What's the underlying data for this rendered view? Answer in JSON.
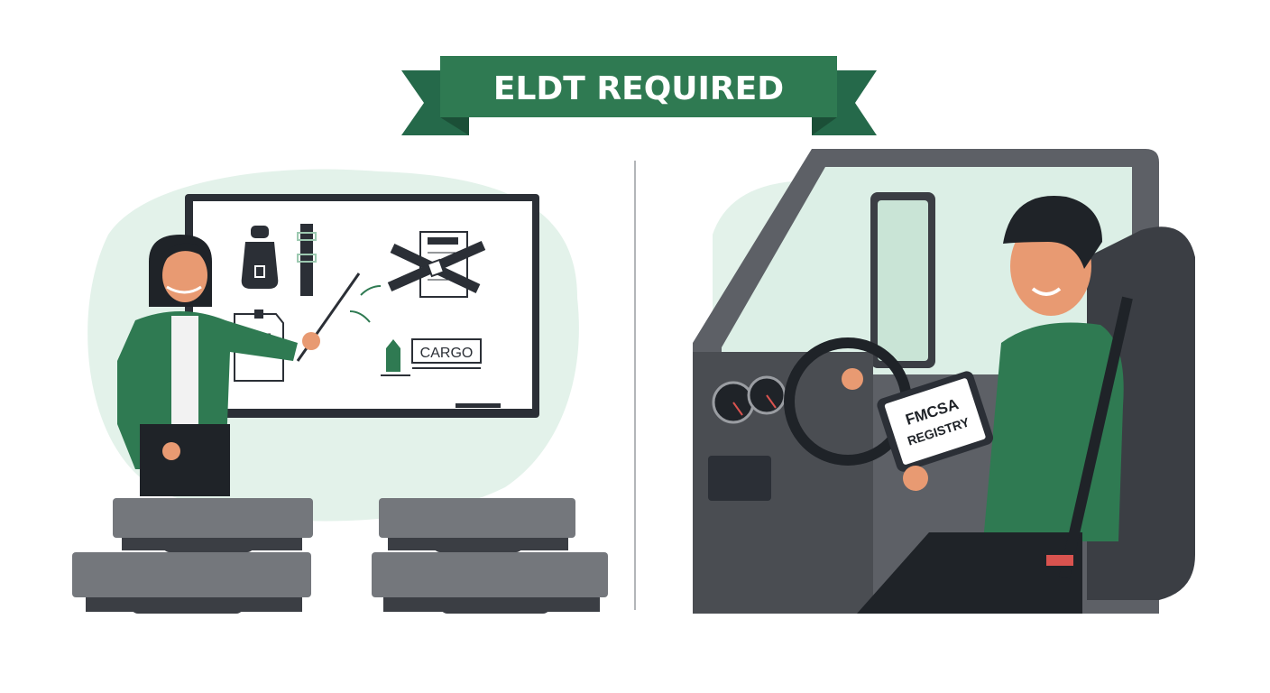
{
  "banner": {
    "title": "ELDT REQUIRED"
  },
  "classroom": {
    "whiteboard": {
      "cargo_label": "CARGO"
    }
  },
  "cab": {
    "tablet": {
      "line1": "FMCSA",
      "line2": "REGISTRY"
    }
  },
  "colors": {
    "brand_green": "#2f7a52",
    "banner_tail": "#25694a",
    "dark": "#2b2f36",
    "gray": "#6b6e73",
    "mint": "#e3f2ea"
  }
}
